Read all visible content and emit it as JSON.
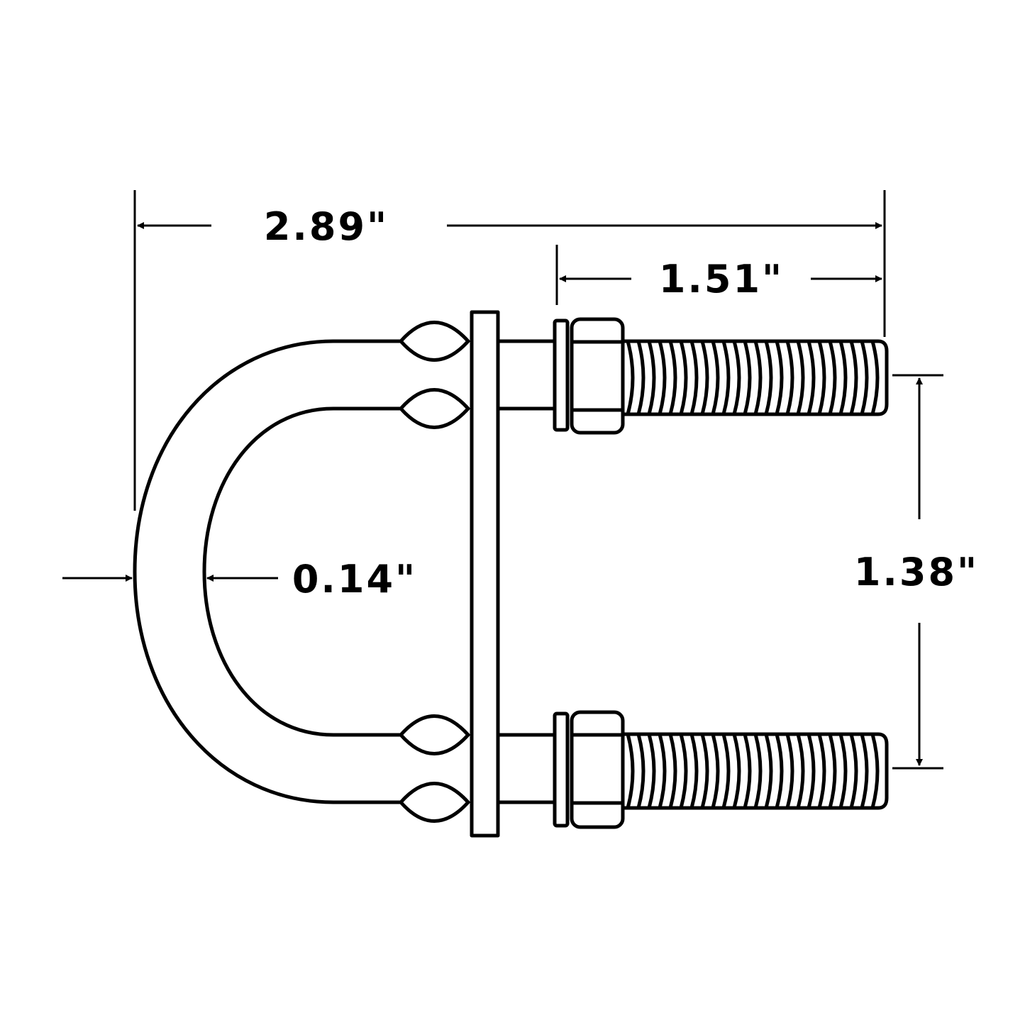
{
  "dimensions": {
    "overall_length": "2.89\"",
    "thread_length": "1.51\"",
    "leg_spacing": "1.38\"",
    "rod_diameter": "0.14\""
  },
  "colors": {
    "line": "#000000",
    "background": "#ffffff"
  }
}
